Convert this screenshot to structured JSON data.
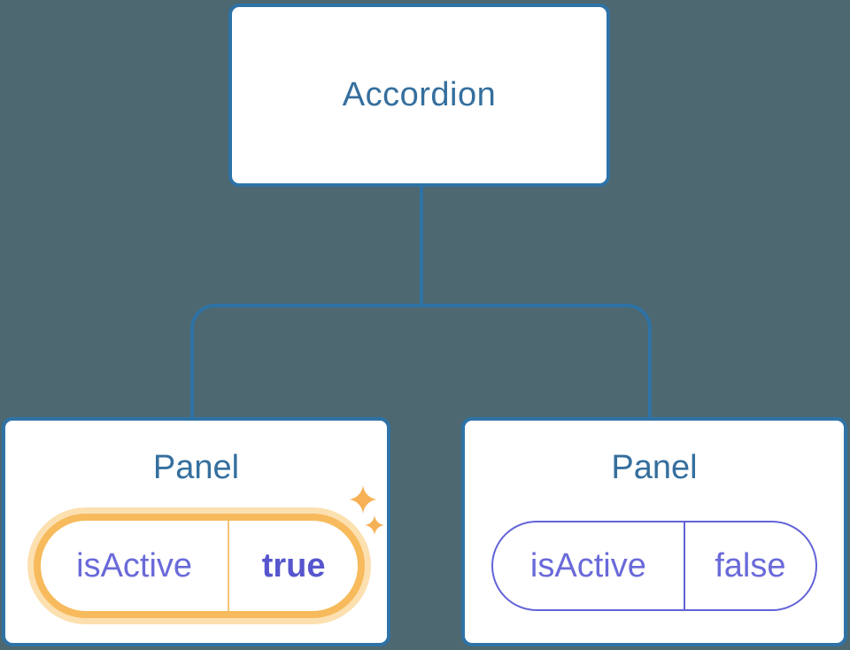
{
  "colors": {
    "background": "#4D6870",
    "line": "#2E72A6",
    "node_bg": "#FFFFFF",
    "node_text": "#356F9E",
    "state_text": "#6A6ADA",
    "state_value_active": "#5656CE",
    "active_ring": "#F7BA5C",
    "active_halo": "#FCE0B0",
    "active_divider": "#F6C473",
    "inactive_ring": "#6363D8",
    "sparkle": "#F6B156"
  },
  "tree": {
    "root": {
      "label": "Accordion"
    },
    "panels": [
      {
        "title": "Panel",
        "state_key": "isActive",
        "state_value": "true",
        "active": true
      },
      {
        "title": "Panel",
        "state_key": "isActive",
        "state_value": "false",
        "active": false
      }
    ]
  }
}
